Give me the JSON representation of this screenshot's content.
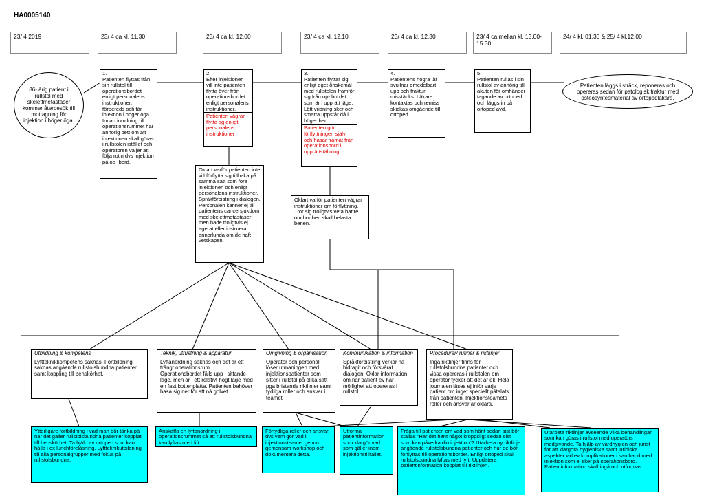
{
  "doc_id": "HA0005140",
  "timeline": [
    "23/ 4 2019",
    "23/ 4 ca kl. 11.30",
    "23/ 4 ca kl. 12.00",
    "23/ 4 ca kl. 12.10",
    "23/ 4 ca kl. 12.30",
    "23/ 4 ca mellan kl. 13.00- 15.30",
    "24/ 4 kl. 01.30 & 25/ 4 kl.12.00"
  ],
  "start_oval": "86- årig patient i rullstol med skelettmetastaser kommer återbesök till mottagning för injektion i höger öga.",
  "end_oval": "Patienten läggs i sträck, reponeras och opereras sedan för patologisk fraktur med osteosyntesmaterial av ortopedläkare.",
  "events": [
    {
      "num": "1.",
      "text": "Patienten flyttas från sin rullstol till operationsbordet enligt personalens instruktioner, förbereds och får injektion i höger öga. Innan inrullning till operationsrummet har anhörig bett om att injektionen skall göras i rullstolen istället och operatören väljer att följa rutin dvs injektion på op- bord.",
      "red": ""
    },
    {
      "num": "2.",
      "text": "Efter injektionen vill inte patienten flytta över från operationsbordet enligt personalens instruktioner.",
      "red": "Patienten vägrar flytta sg enligt personalens instruktioner"
    },
    {
      "num": "3.",
      "text": "Patienten flyttar sig enligt eget önskemål med rullstolen framför sig från op- bordet som är i upprätt läge. Lätt vridning sker och smärta uppstår då i höger ben.",
      "red": "Patienten gör förflyttningen själv och hasar framåt från operationsbord i upprättställning."
    },
    {
      "num": "4.",
      "text": "Patientens högra lår svullnar omedelbart upp och fraktur misstänks. Läkare kontaktas och remiss skickas omgående till ortoped.",
      "red": ""
    },
    {
      "num": "5.",
      "text": "Patienten rullas i sin rullstol av anhörig till akuten för omhänder- tagande av ortoped och läggs in på ortoped avd.",
      "red": ""
    }
  ],
  "causes": [
    "Oklart varför patienten inte vill förflytta sig tillbaka på samma sätt som före injektionen och enligt personalens instruktioner. Språkförbistring i dialogen. Personalen känner ej till patientens cancersjukdom med skelettmetastaser men hade troligtvis ej agerat eller instruerat annorlunda om de haft vetskapen.",
    "Oklart varför patienten vägrar instruktioner om förflyttning. Tror sig troligtvis veta bättre om hur hen skall belasta benen."
  ],
  "categories": [
    {
      "title": "Utbildning & kompetens",
      "text": "Lyftteknikkompetens saknas. Fortbildning saknas angående rullstolsbundna patienter samt koppling till benskörhet."
    },
    {
      "title": "Teknik, utrustning & apparatur",
      "text": "Lyftanordning saknas och det är ett trångt operationsrum. Operationsbordet fälls upp i sittande läge, men är i ett relativt högt läge med en fast bottenplatta. Patienten behöver hasa sig ner för att nå golvet."
    },
    {
      "title": "Omgivning & organisation",
      "text": "Operatör och personal löser utmaningen med injektionspatienter som sitter i rullstol på olika sätt pga bristande riktlinjer samt tydliga roller och ansvar i teamet"
    },
    {
      "title": "Kommunikation & information",
      "text": "Språkförbistring verkar ha bidragit och försvårat dialogen. Oklar information om när patient ev har möjlighet att opereras i rullstol."
    },
    {
      "title": "Procedurer/ rutiner & riktlinjer",
      "text": "Inga riktlinjer finns för rullstolsbundna patienter och vissa opereras i rullstolen om operatör tycker att det är ok. Hela journalen läses ej inför varje patient om inget speciellt påtalats från patienten. Injektionsteamets roller och ansvar är oklara."
    }
  ],
  "actions": [
    "Ytterligare fortbildning i vad man bör tänka på när det gäller rullstolsbundna patienter kopplat till benskörhet. Ta hjälp av ortoped som kan hålla i ex lunchföreläsning. Lyftteknikutbildning till alla personalgrupper med fokus på rullstolsbundna.",
    "Anskaffa en lyftanordning i operationsrummet så att rullstolsbundna kan lyftas med lift.",
    "Förtydliga roller och ansvar, dvs vem gör vad i injektionsteamet genom gemensam workshop och dokumentera detta.",
    "Utforma patientinformation som klargör vad som gäller inom injektionstillfället.",
    "Fråga till patienten om vad som hänt sedan sist bör ställas \"Har det hänt något kroppsligt sedan sist som kan påverka din injektion\"? Utarbeta ny riktlinje angående rullstolsbundna patienter och hur de bör förflyttas till operationsbordet. Enligt ortoped skall rullstolsbundna lyftas med lyft. Uppdatera patientinformation kopplat till riktlinjen.",
    "Utarbeta riktlinjer avseende vilka behandlingar som kan göras i rullstol med operatörs medgivande. Ta hjälp av vårdhygien och jurist för att klargöra hygieniska samt juridiska aspekter vid ev komplikationer i samband med injektion som ej sker på operationsbord. Patientinformation skall ingå och utformas."
  ]
}
